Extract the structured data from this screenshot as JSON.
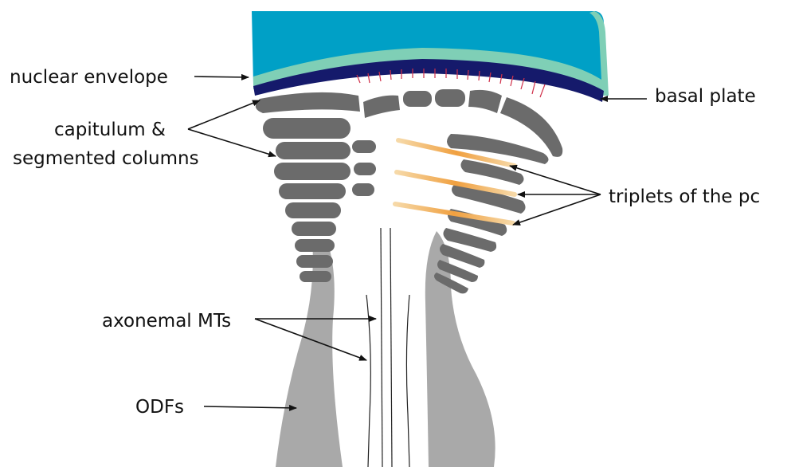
{
  "diagram": {
    "labels": {
      "nuclear_envelope": "nuclear envelope",
      "capitulum_line1": "capitulum &",
      "capitulum_line2": "segmented columns",
      "basal_plate": "basal plate",
      "triplets": "triplets of the pc",
      "axonemal_mts": "axonemal MTs",
      "odfs": "ODFs"
    },
    "colors": {
      "nucleus": "#00a0c6",
      "nuclear_envelope": "#7fcfb6",
      "basal_plate": "#151a6b",
      "segments": "#6b6b6b",
      "odf": "#a9a9a9",
      "triplets": "#f0a040",
      "linker_fibers": "#d0304a"
    }
  }
}
